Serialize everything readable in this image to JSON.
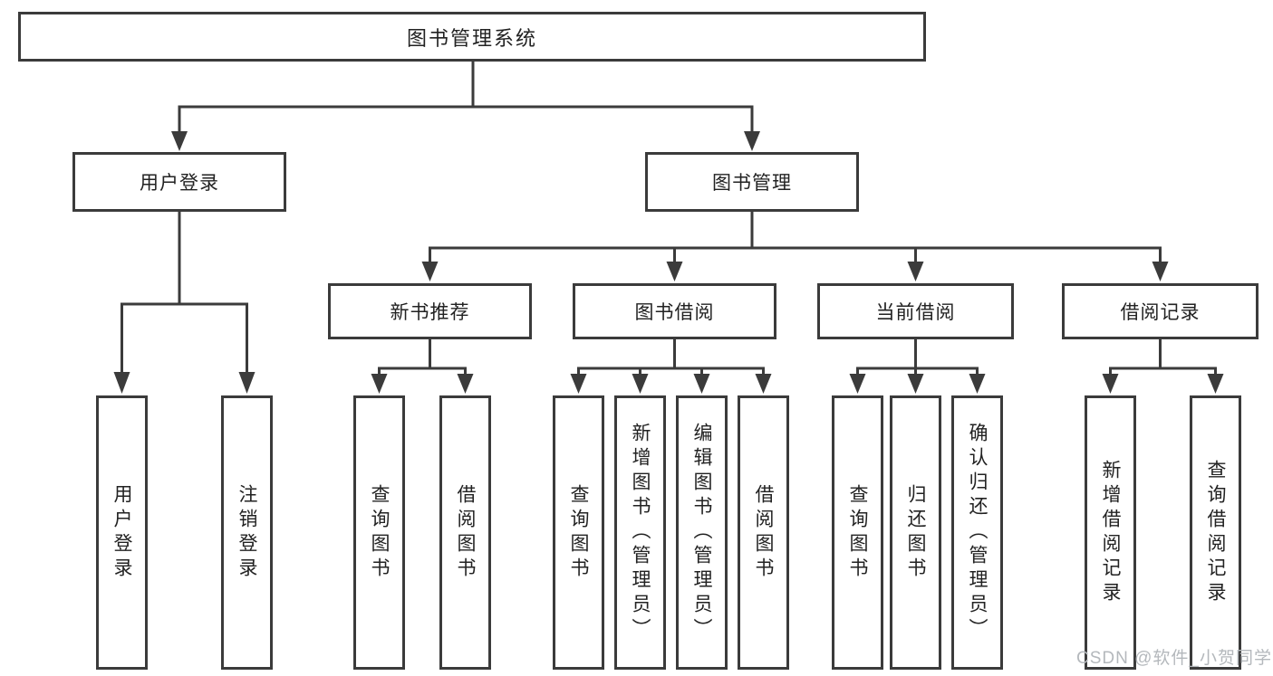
{
  "tree": {
    "root": {
      "label": "图书管理系统",
      "children": [
        {
          "label": "用户登录",
          "children": [
            {
              "label": "用户登录"
            },
            {
              "label": "注销登录"
            }
          ]
        },
        {
          "label": "图书管理",
          "children": [
            {
              "label": "新书推荐",
              "children": [
                {
                  "label": "查询图书"
                },
                {
                  "label": "借阅图书"
                }
              ]
            },
            {
              "label": "图书借阅",
              "children": [
                {
                  "label": "查询图书"
                },
                {
                  "label": "新增图书（管理员）"
                },
                {
                  "label": "编辑图书（管理员）"
                },
                {
                  "label": "借阅图书"
                }
              ]
            },
            {
              "label": "当前借阅",
              "children": [
                {
                  "label": "查询图书"
                },
                {
                  "label": "归还图书"
                },
                {
                  "label": "确认归还（管理员）"
                }
              ]
            },
            {
              "label": "借阅记录",
              "children": [
                {
                  "label": "新增借阅记录"
                },
                {
                  "label": "查询借阅记录"
                }
              ]
            }
          ]
        }
      ]
    }
  },
  "colors": {
    "line": "#3b3b3b",
    "box_border": "#3b3b3b",
    "text": "#222222",
    "background": "#ffffff",
    "watermark": "#b4b8bc"
  },
  "watermark": {
    "text": "CSDN @软件_小贺同学"
  }
}
